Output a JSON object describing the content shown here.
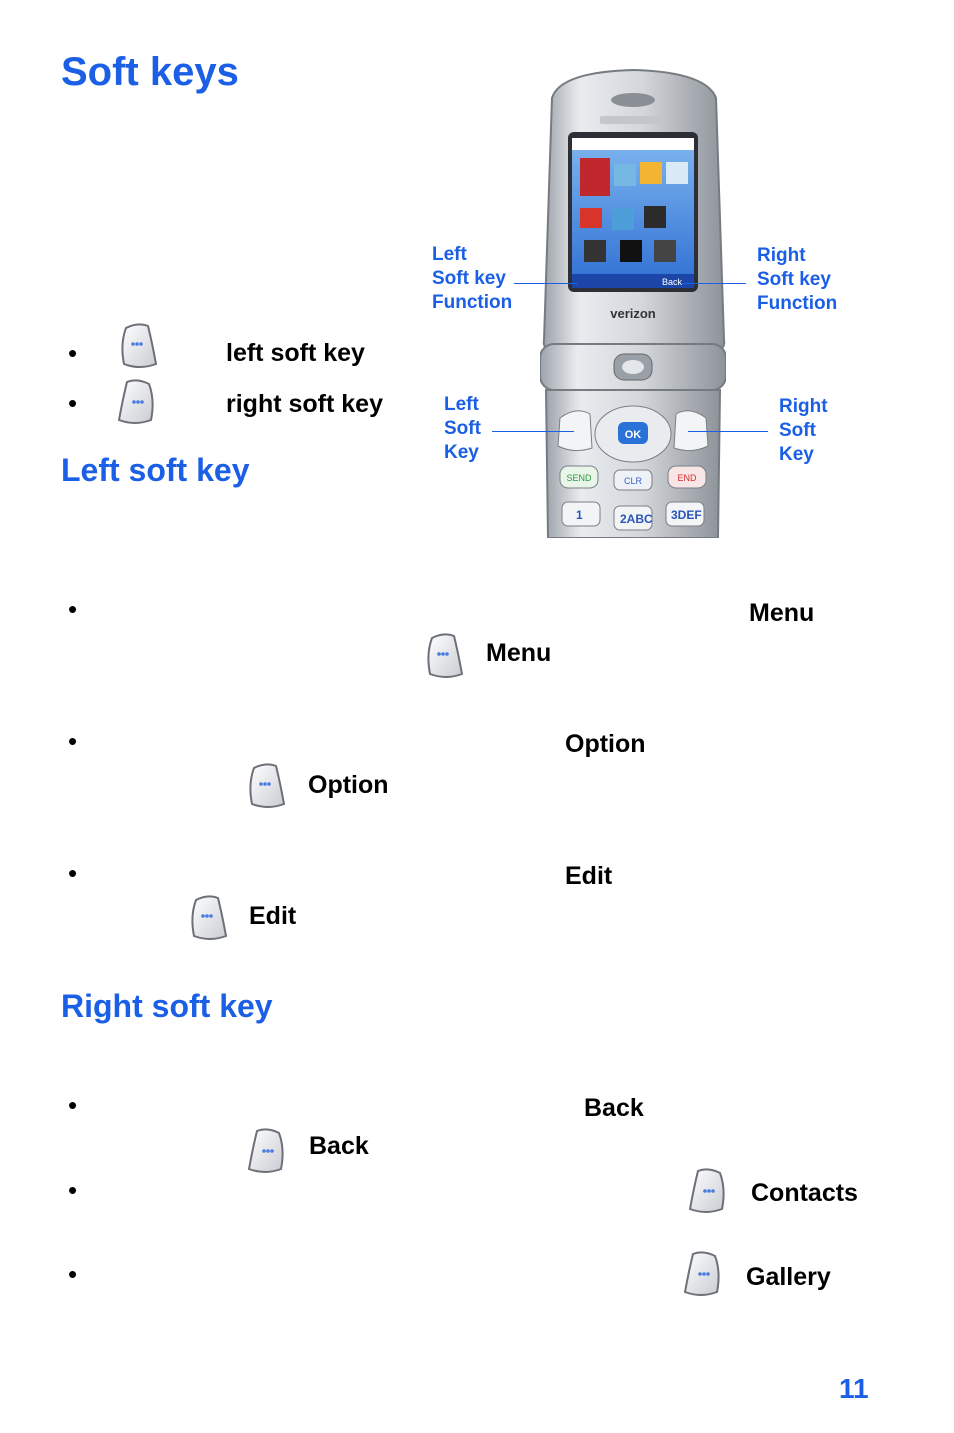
{
  "page": {
    "title": "Soft keys",
    "page_number": "11"
  },
  "legend": {
    "left": "left soft key",
    "right": "right soft key"
  },
  "phone": {
    "callout_left_function": "Left\nSoft key\nFunction",
    "callout_right_function": "Right\nSoft key\nFunction",
    "callout_left_key": "Left\nSoft\nKey",
    "callout_right_key": "Right\nSoft\nKey",
    "screen_back_label": "Back",
    "brand": "verizon",
    "keys": {
      "ok": "OK",
      "send": "SEND",
      "clr": "CLR",
      "end": "END",
      "k1": "1",
      "k2": "2ABC",
      "k3": "3DEF"
    }
  },
  "left_section": {
    "heading": "Left soft key",
    "items": [
      {
        "word_top": "Menu",
        "word_bottom": "Menu"
      },
      {
        "word_top": "Option",
        "word_bottom": "Option"
      },
      {
        "word_top": "Edit",
        "word_bottom": "Edit"
      }
    ]
  },
  "right_section": {
    "heading": "Right soft key",
    "items": [
      {
        "word_top": "Back",
        "word_bottom": "Back"
      },
      {
        "word": "Contacts"
      },
      {
        "word": "Gallery"
      }
    ]
  }
}
